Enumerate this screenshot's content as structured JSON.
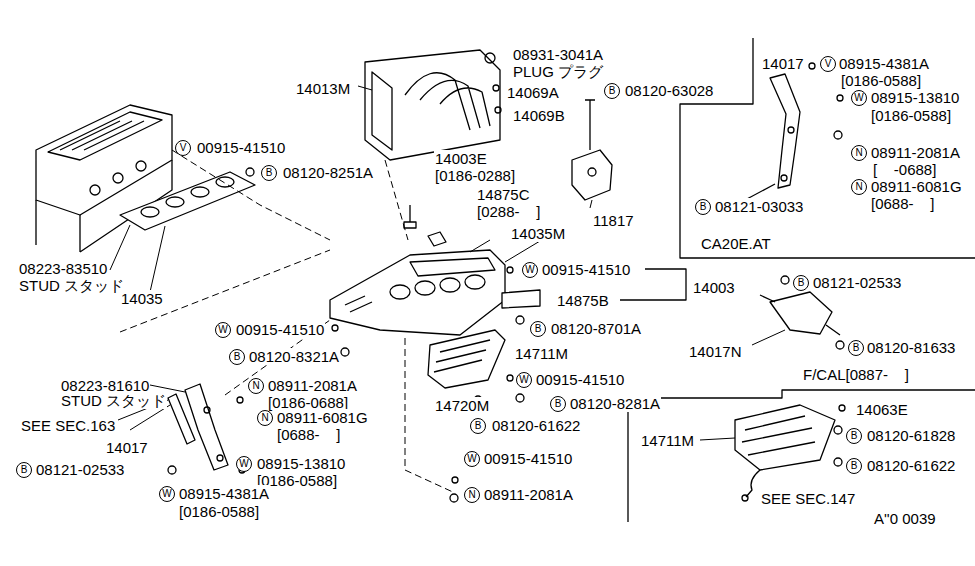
{
  "diagram": {
    "labels": [
      "08931-3041A",
      "PLUG プラグ",
      "14013M",
      "14069A",
      "B",
      "08120-63028",
      "14069B",
      "V",
      "00915-41510",
      "B",
      "08120-8251A",
      "14003E",
      "[0186-0288]",
      "14875C",
      "[0288-    ]",
      "11817",
      "14035M",
      "W",
      "00915-41510",
      "14003",
      "14875B",
      "B",
      "08120-8701A",
      "08223-83510",
      "STUD スタッド",
      "14035",
      "W",
      "00915-41510",
      "B",
      "08120-8321A",
      "14711M",
      "W",
      "00915-41510",
      "14720M",
      "B",
      "08120-8281A",
      "B",
      "08120-61622",
      "08223-81610",
      "STUD スタッド",
      "N",
      "08911-2081A",
      "[0186-0688]",
      "N",
      "08911-6081G",
      "[0688-    ]",
      "SEE SEC.163",
      "14017",
      "W",
      "08915-13810",
      "[0186-0588]",
      "B",
      "08121-02533",
      "W",
      "08915-4381A",
      "[0186-0588]",
      "W",
      "00915-41510",
      "N",
      "08911-2081A",
      "14017",
      "V",
      "08915-4381A",
      "[0186-0588]",
      "W",
      "08915-13810",
      "[0186-0588]",
      "N",
      "08911-2081A",
      "[    -0688]",
      "N",
      "08911-6081G",
      "[0688-    ]",
      "B",
      "08121-03033",
      "CA20E.AT",
      "B",
      "08121-02533",
      "14017N",
      "B",
      "08120-81633",
      "F/CAL[0887-    ]",
      "14063E",
      "14711M",
      "B",
      "08120-61828",
      "B",
      "08120-61622",
      "SEE SEC.147",
      "A''0 0039"
    ]
  }
}
